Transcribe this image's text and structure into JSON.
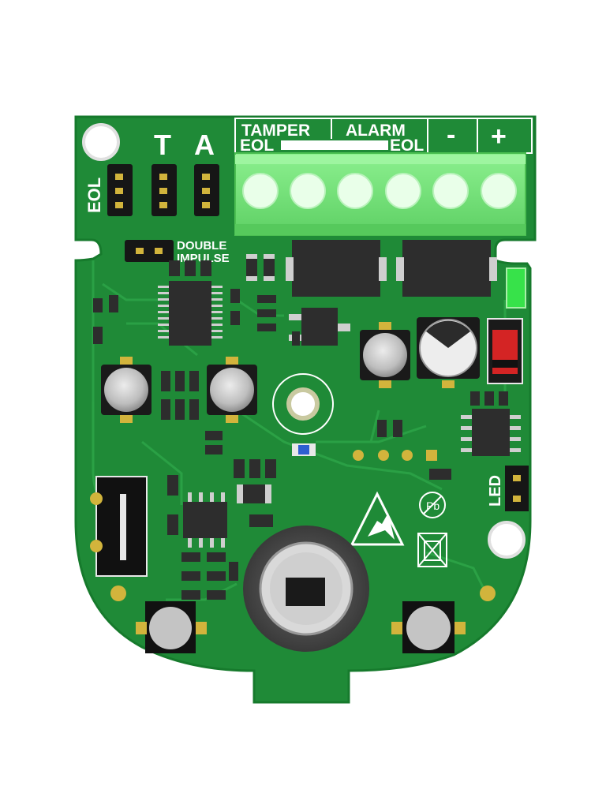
{
  "image": {
    "subject": "pcb-board",
    "colors": {
      "board": "#1f8a37",
      "board_edge": "#167a2c",
      "trace": "#2ca347",
      "terminal": "#7be87f",
      "terminal_dark": "#54c95a",
      "chip": "#2d2d2d",
      "pad": "#d2b43c",
      "silk": "#ffffff",
      "led_green": "#37e24a",
      "diode_red": "#d42424"
    }
  },
  "labels": {
    "eol": "EOL",
    "t": "T",
    "a": "A",
    "tamper": "TAMPER",
    "tamper_eol": "EOL",
    "alarm": "ALARM",
    "alarm_eol": "EOL",
    "minus": "-",
    "plus": "+",
    "double": "DOUBLE",
    "impulse": "IMPULSE",
    "led": "LED"
  },
  "icons": [
    "esd-warning-icon",
    "lead-free-icon",
    "weee-bin-icon"
  ]
}
